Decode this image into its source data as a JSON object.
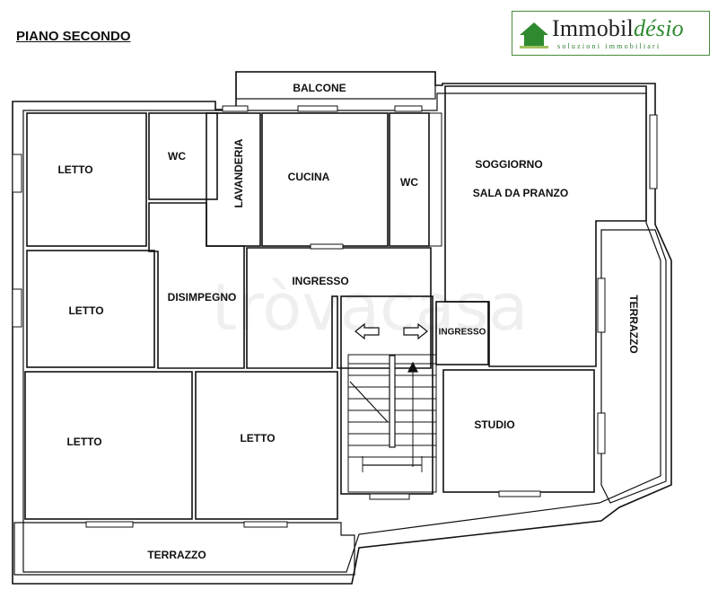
{
  "floor_title": "PIANO SECONDO",
  "logo": {
    "name_main": "Immobil",
    "name_accent": "désio",
    "tagline": "soluzioni immobiliari",
    "brand_color": "#2e8a2e"
  },
  "watermark": "tròvacasa",
  "rooms": {
    "balcone": "BALCONE",
    "letto_top_left": "LETTO",
    "wc_left": "WC",
    "lavanderia": "LAVANDERIA",
    "cucina": "CUCINA",
    "wc_right": "WC",
    "soggiorno": "SOGGIORNO",
    "sala_da_pranzo": "SALA DA PRANZO",
    "letto_mid_left": "LETTO",
    "disimpegno": "DISIMPEGNO",
    "ingresso_main": "INGRESSO",
    "ingresso_small": "INGRESSO",
    "terrazzo_right": "TERRAZZO",
    "letto_bottom_left": "LETTO",
    "letto_bottom_mid": "LETTO",
    "studio": "STUDIO",
    "terrazzo_bottom": "TERRAZZO"
  }
}
